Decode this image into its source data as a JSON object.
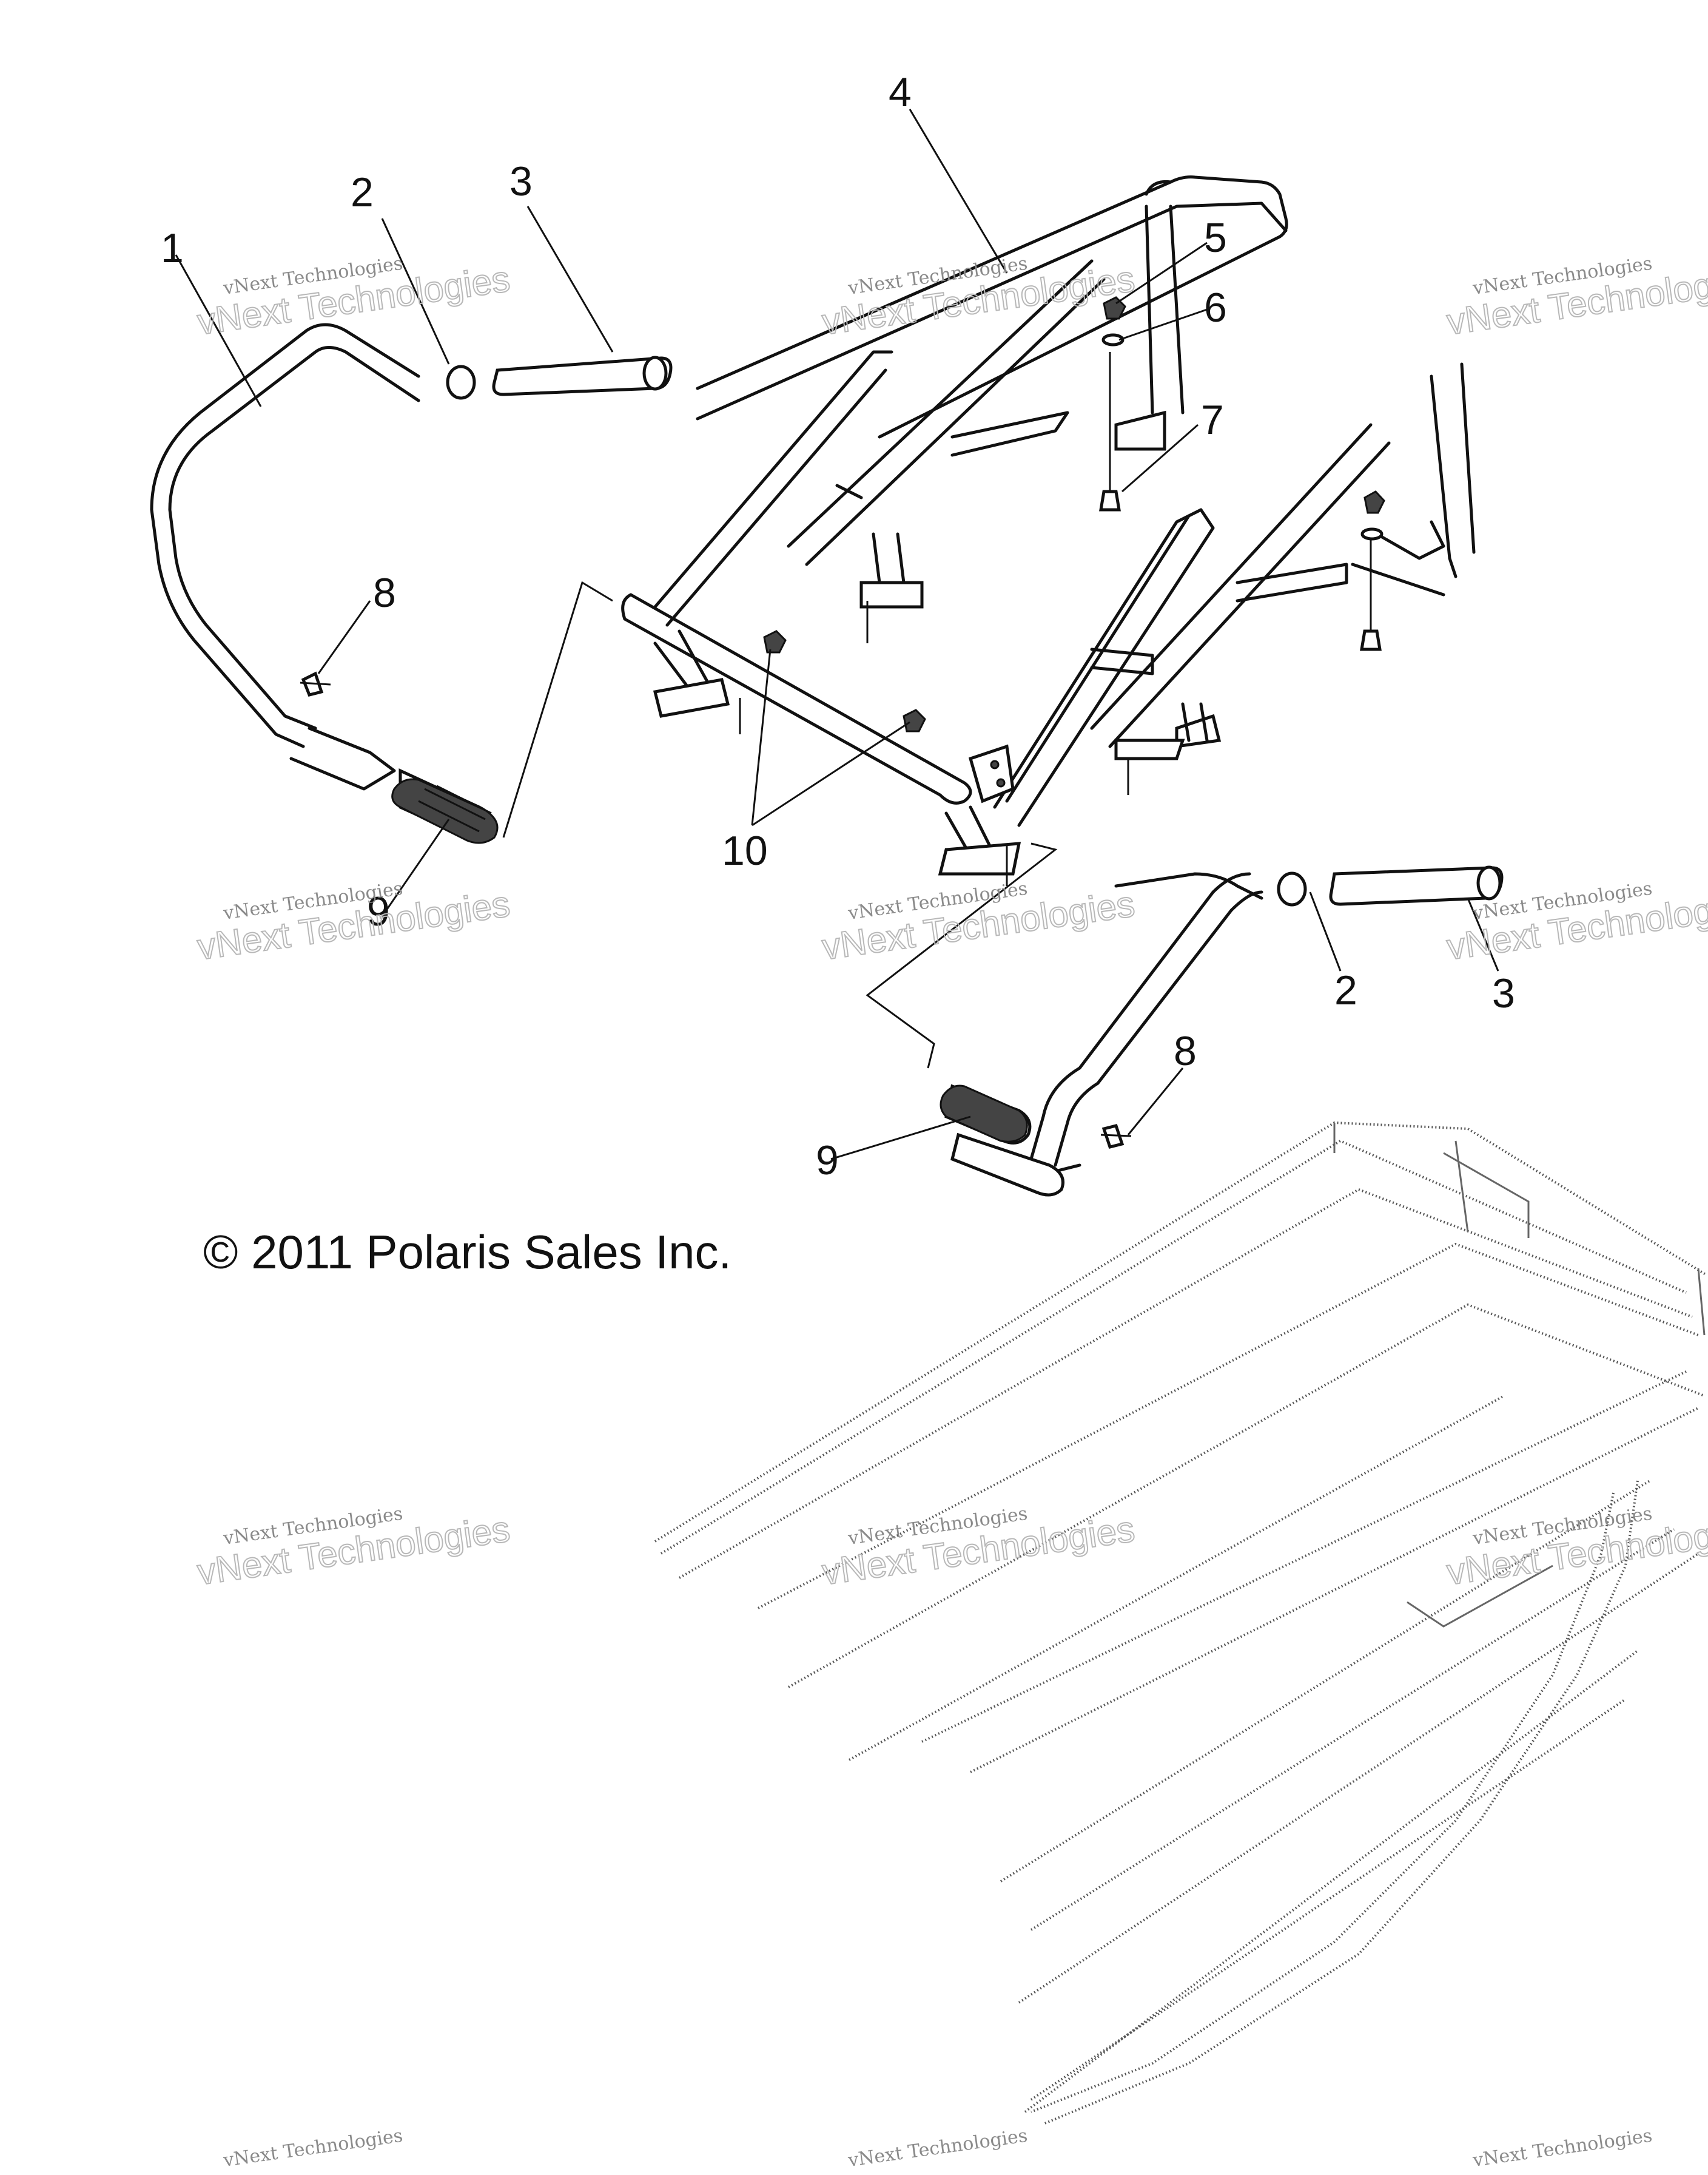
{
  "diagram": {
    "copyright": "© 2011 Polaris Sales Inc.",
    "watermark_line1": "vNext Technologies",
    "watermark_line2": "vNext Technologies",
    "callouts": [
      {
        "id": "1",
        "label": "1"
      },
      {
        "id": "2a",
        "label": "2"
      },
      {
        "id": "3a",
        "label": "3"
      },
      {
        "id": "4",
        "label": "4"
      },
      {
        "id": "5",
        "label": "5"
      },
      {
        "id": "6",
        "label": "6"
      },
      {
        "id": "7",
        "label": "7"
      },
      {
        "id": "8a",
        "label": "8"
      },
      {
        "id": "9a",
        "label": "9"
      },
      {
        "id": "10",
        "label": "10"
      },
      {
        "id": "2b",
        "label": "2"
      },
      {
        "id": "3b",
        "label": "3"
      },
      {
        "id": "8b",
        "label": "8"
      },
      {
        "id": "9b",
        "label": "9"
      }
    ]
  }
}
